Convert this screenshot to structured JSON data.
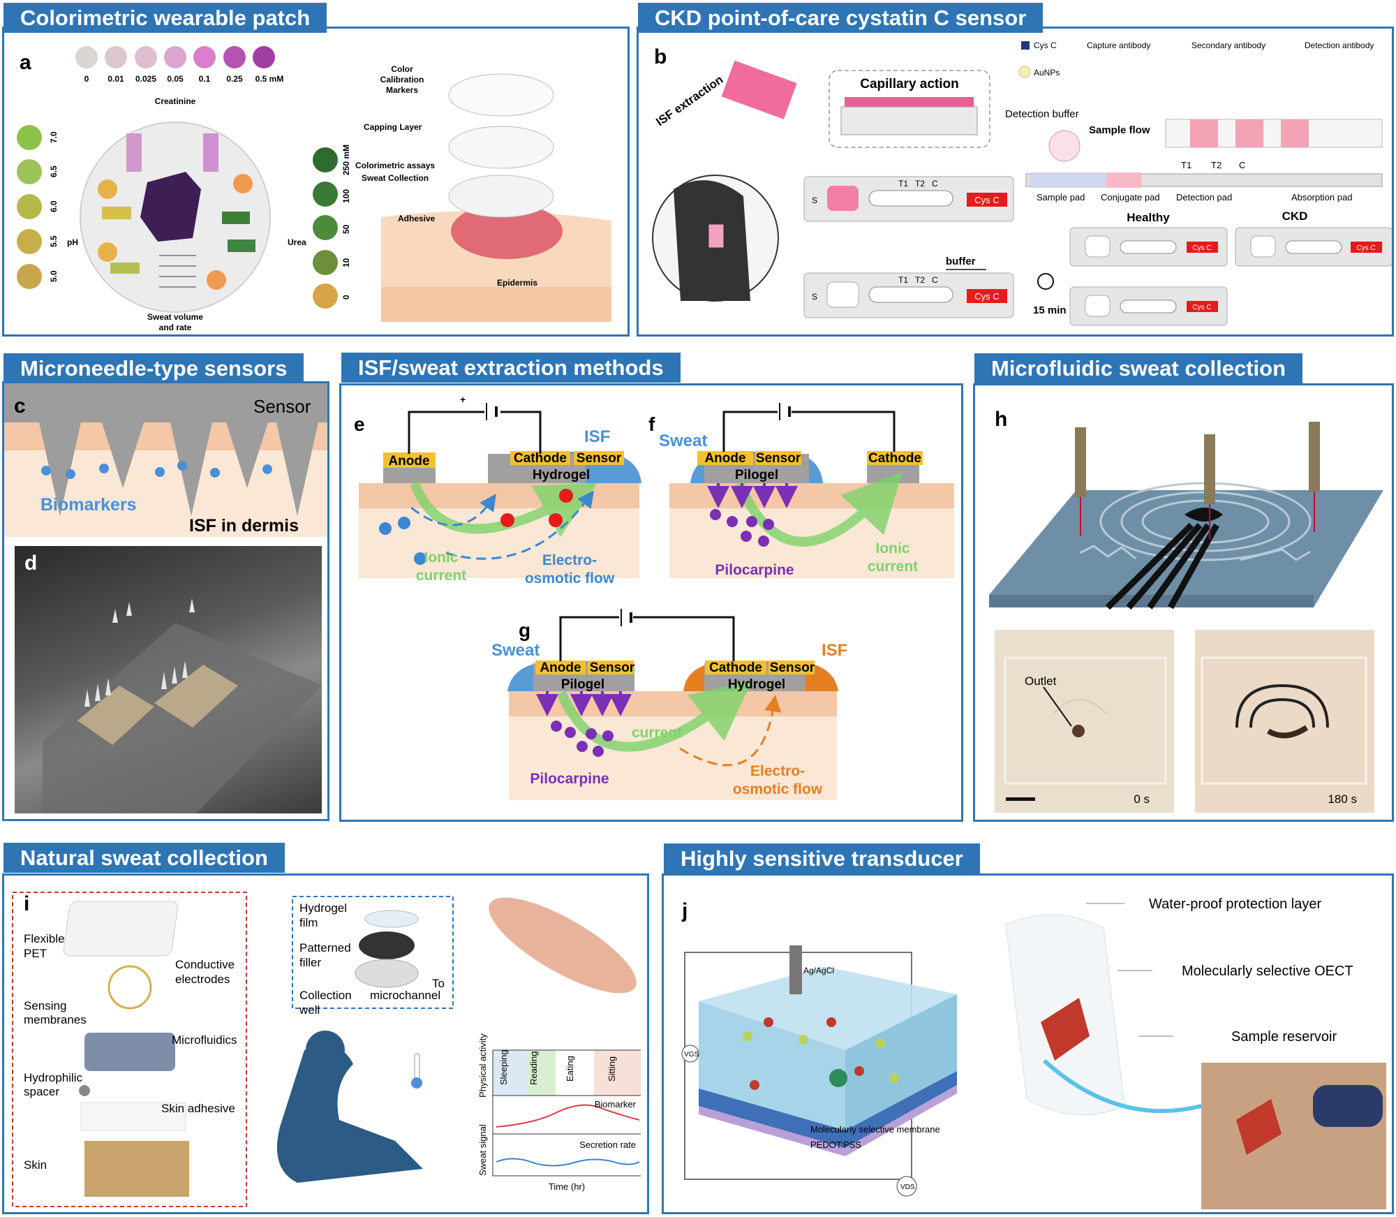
{
  "sections": {
    "colorimetric": "Colorimetric wearable patch",
    "ckd": "CKD point-of-care cystatin C sensor",
    "microneedle": "Microneedle-type sensors",
    "extraction": "ISF/sweat extraction methods",
    "microfluidic": "Microfluidic sweat collection",
    "natural": "Natural sweat collection",
    "transducer": "Highly sensitive transducer"
  },
  "panel_labels": {
    "a": "a",
    "b": "b",
    "c": "c",
    "d": "d",
    "e": "e",
    "f": "f",
    "g": "g",
    "h": "h",
    "i": "i",
    "j": "j"
  },
  "colors": {
    "accent": "#2e75b6",
    "anode": "#f2c12e",
    "sweat": "#4a90d9",
    "isf": "#e67e22",
    "ionic": "#7dd36a",
    "pilocarpine": "#7a2fb5"
  },
  "panel_a": {
    "creatinine_values": [
      "0",
      "0.01",
      "0.025",
      "0.05",
      "0.1",
      "0.25",
      "0.5 mM"
    ],
    "creatinine": "Creatinine",
    "ph_values": [
      "7.0",
      "6.5",
      "6.0",
      "5.5",
      "5.0"
    ],
    "ph": "pH",
    "urea_values": [
      "250 mM",
      "100",
      "50",
      "10",
      "0"
    ],
    "urea": "Urea",
    "sweat_volume": "Sweat volume",
    "and_rate": "and rate",
    "layers": {
      "markers1": "Color",
      "markers2": "Calibration",
      "markers3": "Markers",
      "capping": "Capping Layer",
      "assays": "Colorimetric assays",
      "collection": "Sweat Collection",
      "adhesive": "Adhesive",
      "epidermis": "Epidermis"
    }
  },
  "panel_b": {
    "isf_extraction": "ISF extraction",
    "capillary": "Capillary action",
    "legend": [
      "Cys C",
      "Capture antibody",
      "Secondary antibody",
      "Detection antibody",
      "AuNPs"
    ],
    "detection_buffer": "Detection buffer",
    "sample_flow": "Sample flow",
    "strip_labels": [
      "Sample pad",
      "Conjugate pad",
      "Detection pad",
      "Absorption pad"
    ],
    "lines": [
      "T1",
      "T2",
      "C"
    ],
    "s": "S",
    "cysc": "Cys C",
    "healthy": "Healthy",
    "ckd": "CKD",
    "buffer": "buffer",
    "time": "15 min"
  },
  "panel_c": {
    "sensor": "Sensor",
    "biomarkers": "Biomarkers",
    "isf": "ISF in dermis"
  },
  "panel_e": {
    "anode": "Anode",
    "cathode": "Cathode",
    "sensor": "Sensor",
    "hydrogel": "Hydrogel",
    "isf": "ISF",
    "ionic1": "Ionic",
    "ionic2": "current",
    "eo1": "Electro-",
    "eo2": "osmotic flow",
    "plus": "+",
    "minus": "–"
  },
  "panel_f": {
    "sweat": "Sweat",
    "anode": "Anode",
    "sensor": "Sensor",
    "pilogel": "Pilogel",
    "cathode": "Cathode",
    "pilocarpine": "Pilocarpine",
    "ionic1": "Ionic",
    "ionic2": "current"
  },
  "panel_g": {
    "sweat": "Sweat",
    "isf": "ISF",
    "anode": "Anode",
    "sensor1": "Sensor",
    "pilogel": "Pilogel",
    "cathode": "Cathode",
    "sensor2": "Sensor",
    "hydrogel": "Hydrogel",
    "current": "current",
    "pilocarpine": "Pilocarpine",
    "eo1": "Electro-",
    "eo2": "osmotic flow"
  },
  "panel_h": {
    "outlet": "Outlet",
    "t0": "0 s",
    "t1": "180 s"
  },
  "panel_i": {
    "layers": [
      "Flexible",
      "PET",
      "Conductive",
      "electrodes",
      "Sensing",
      "membranes",
      "Microfluidics",
      "Hydrophilic",
      "spacer",
      "Skin adhesive",
      "Skin"
    ],
    "inset": [
      "Hydrogel",
      "film",
      "Patterned",
      "filler",
      "Collection",
      "well",
      "microchannel",
      "To"
    ],
    "activities": [
      "Sleeping",
      "Reading",
      "Eating",
      "Sitting"
    ],
    "physical_activity": "Physical activity",
    "sweat_signal": "Sweat signal",
    "biomarker": "Biomarker",
    "secretion": "Secretion rate",
    "time": "Time (hr)"
  },
  "panel_j": {
    "layer1": "Water-proof protection layer",
    "layer2": "Molecularly selective OECT",
    "layer3": "Sample reservoir",
    "membrane": "Molecularly selective membrane",
    "pedot": "PEDOT:PSS",
    "agcl": "Ag/AgCl",
    "vgs": "VGS",
    "vds": "VDS"
  }
}
